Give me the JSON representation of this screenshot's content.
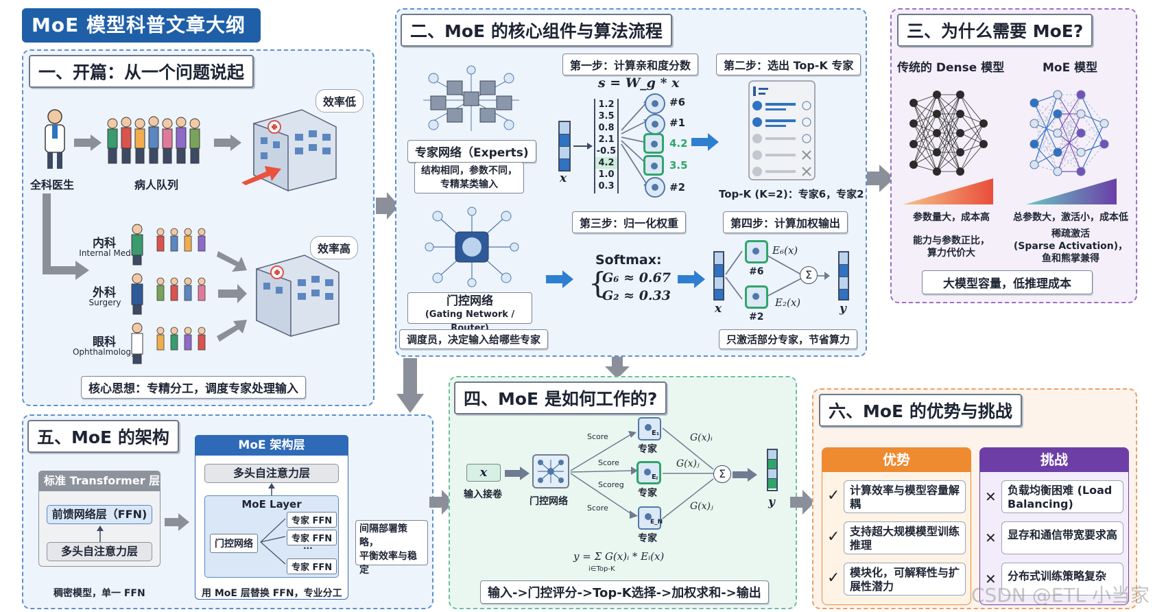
{
  "main_title": "MoE 模型科普文章大纲",
  "sec1": {
    "title": "一、开篇：从一个问题说起",
    "doctor": "全科医生",
    "queue": "病人队列",
    "low": "效率低",
    "high": "效率高",
    "dept1_cn": "内科",
    "dept1_en": "Internal Med",
    "dept2_cn": "外科",
    "dept2_en": "Surgery",
    "dept3_cn": "眼科",
    "dept3_en": "Ophthalmology",
    "core": "核心思想：专精分工，调度专家处理输入"
  },
  "sec2": {
    "title": "二、MoE 的核心组件与算法流程",
    "experts": "专家网络（Experts)",
    "experts_desc_1": "结构相同，参数不同，",
    "experts_desc_2": "专精某类输入",
    "gate_1": "门控网络",
    "gate_2": "(Gating Network / Router)",
    "gate_desc": "调度员，决定输入给哪些专家",
    "step1": "第一步：计算亲和度分数",
    "step2": "第二步：选出 Top-K 专家",
    "step3": "第三步：归一化权重",
    "step4": "第四步：计算加权输出",
    "formula": "s = W_g * x",
    "scores": [
      "1.2",
      "3.5",
      "0.8",
      "2.1",
      "-0.5",
      "4.2",
      "1.0",
      "0.3"
    ],
    "expert_labels": [
      "#6",
      "#1",
      "4.2",
      "3.5",
      "#2"
    ],
    "x": "x",
    "topk": "Top-K (K=2)：专家6，专家2",
    "softmax": "Softmax:",
    "g6": "G₆ ≈ 0.67",
    "g2": "G₂ ≈ 0.33",
    "e6": "E₆(x)",
    "e2": "E₂(x)",
    "n6": "#6",
    "n2": "#2",
    "y": "y",
    "sum": "Σ",
    "active": "只激活部分专家，节省算力"
  },
  "sec3": {
    "title": "三、为什么需要 MoE?",
    "dense": "传统的 Dense 模型",
    "moe": "MoE 模型",
    "dense_1": "参数量大，成本高",
    "dense_2": "能力与参数正比，",
    "dense_3": "算力代价大",
    "moe_1": "总参数大，激活小，成本低",
    "moe_2": "稀疏激活",
    "moe_3": "(Sparse Activation)，",
    "moe_4": "鱼和熊掌兼得",
    "summary": "大模型容量，低推理成本"
  },
  "sec4": {
    "title": "四、MoE 是如何工作的?",
    "x": "x",
    "input": "输入接卷",
    "gate": "门控网络",
    "score": "Score",
    "scoreg": "Scoreg",
    "expert": "专家",
    "gx_i": "G(x)ᵢ",
    "gx_j": "G(x)ⱼ",
    "gx_j2": "G(x)ⱼ",
    "dots": "⋮",
    "sum": "Σ",
    "y": "y",
    "formula": "y = Σ G(x)ᵢ * Eᵢ(x)",
    "formula_sub": "i∈Top-K",
    "e1": "E₁",
    "ej": "Eⱼ",
    "en": "E_N",
    "flow": "输入->门控评分->Top-K选择->加权求和->输出"
  },
  "sec5": {
    "title": "五、MoE 的架构",
    "std": "标准 Transformer 层",
    "ffn": "前馈网络层（FFN)",
    "attn": "多头自注意力层",
    "dense_note": "稠密模型，单一 FFN",
    "moe_layer_title": "MoE 架构层",
    "moe_attn": "多头自注意力层",
    "moe_layer": "MoE Layer",
    "gate": "门控网络",
    "ffn1": "专家 FFN",
    "ffn2": "专家 FFN",
    "ffn_dots": "···",
    "ffn3": "专家 FFN",
    "moe_note": "用 MoE 层替换 FFN，专业分工",
    "interval_1": "间隔部署策略，",
    "interval_2": "平衡效率与稳",
    "interval_3": "定"
  },
  "sec6": {
    "title": "六、MoE 的优势与挑战",
    "adv": "优势",
    "chal": "挑战",
    "adv_items": [
      "计算效率与模型容量解耦",
      "支持超大规模模型训练推理",
      "模块化，可解释性与扩展性潜力"
    ],
    "chal_items": [
      "负载均衡困难 (Load Balancing)",
      "显存和通信带宽要求高",
      "分布式训练策略复杂"
    ],
    "check": "✓",
    "cross": "✕"
  },
  "watermark": "CSDN @ETL 小当家",
  "colors": {
    "title_blue": "#1f5fa8",
    "adv_orange": "#ee8a2f",
    "chal_purple": "#6d3fa6",
    "highlight_green": "#2fa56a",
    "arrow_gray": "#8a8f99",
    "arrow_blue": "#2f7fd0"
  }
}
